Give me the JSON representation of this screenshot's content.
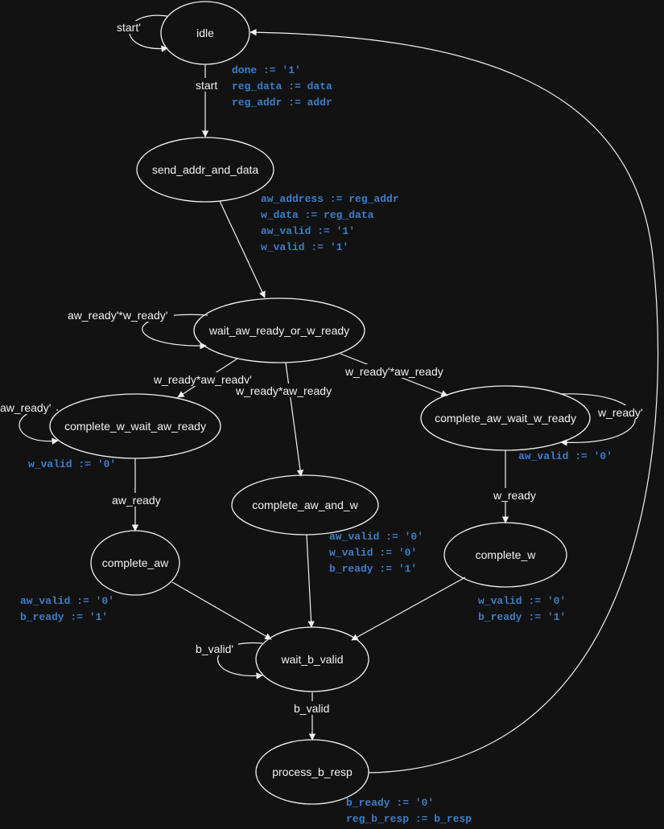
{
  "states": {
    "idle": "idle",
    "send_addr_and_data": "send_addr_and_data",
    "wait_aw_ready_or_w_ready": "wait_aw_ready_or_w_ready",
    "complete_w_wait_aw_ready": "complete_w_wait_aw_ready",
    "complete_aw_wait_w_ready": "complete_aw_wait_w_ready",
    "complete_aw_and_w": "complete_aw_and_w",
    "complete_aw": "complete_aw",
    "complete_w": "complete_w",
    "wait_b_valid": "wait_b_valid",
    "process_b_resp": "process_b_resp"
  },
  "transitions": {
    "idle_self": "start'",
    "idle_to_send": "start",
    "wait_self": "aw_ready'*w_ready'",
    "wait_to_complete_w_wait_aw": "w_ready*aw_ready'",
    "wait_to_complete_aw_and_w": "w_ready*aw_ready",
    "wait_to_complete_aw_wait_w": "w_ready'*aw_ready",
    "complete_w_wait_aw_self": "aw_ready'",
    "complete_aw_wait_w_self": "w_ready'",
    "to_complete_aw": "aw_ready",
    "to_complete_w": "w_ready",
    "wait_b_valid_self": "b_valid'",
    "to_process_b_resp": "b_valid"
  },
  "actions": {
    "idle": [
      "done := '1'",
      "reg_data := data",
      "reg_addr := addr"
    ],
    "send_addr_and_data": [
      "aw_address := reg_addr",
      "w_data := reg_data",
      "aw_valid := '1'",
      "w_valid := '1'"
    ],
    "complete_w_wait_aw_ready": [
      "w_valid := '0'"
    ],
    "complete_aw_wait_w_ready": [
      "aw_valid := '0'"
    ],
    "complete_aw_and_w": [
      "aw_valid := '0'",
      "w_valid := '0'",
      "b_ready := '1'"
    ],
    "complete_aw": [
      "aw_valid := '0'",
      "b_ready := '1'"
    ],
    "complete_w": [
      "w_valid := '0'",
      "b_ready := '1'"
    ],
    "process_b_resp": [
      "b_ready := '0'",
      "reg_b_resp := b_resp"
    ]
  },
  "colors": {
    "background": "#121212",
    "stroke": "#f2f2f2",
    "action_text": "#3d7ec8"
  }
}
